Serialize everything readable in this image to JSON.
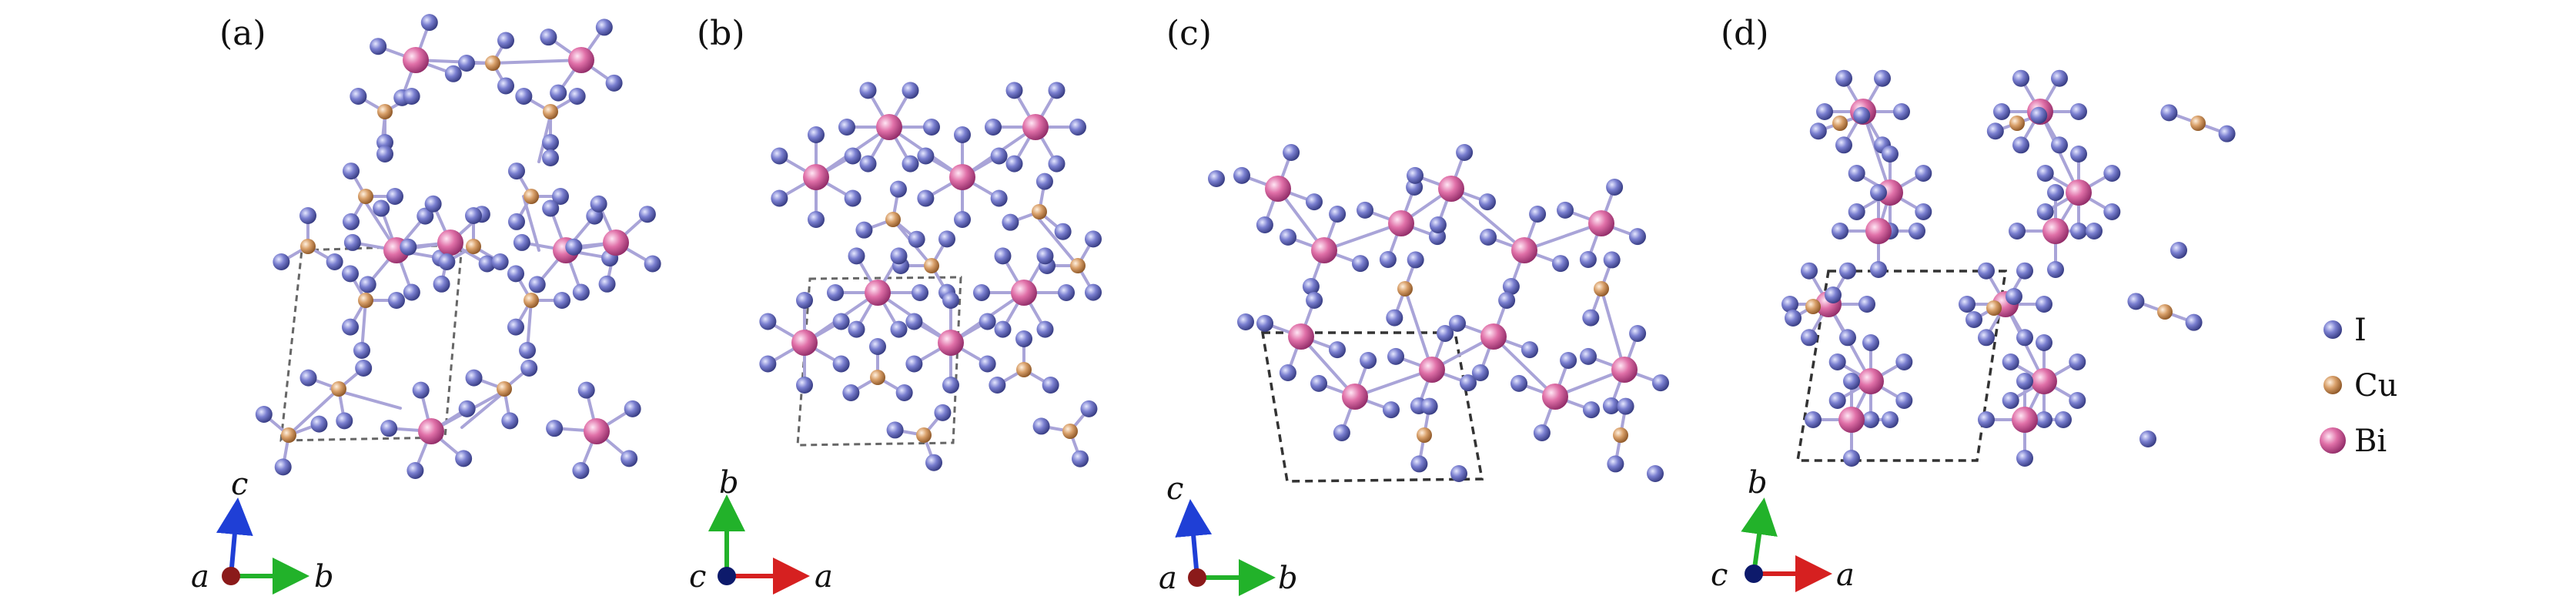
{
  "panels": [
    {
      "id": "a",
      "label": "(a)",
      "axes": {
        "origin": "a",
        "up": "c",
        "right": "b",
        "origin_color": "#8b1a1a",
        "up_color": "#1f3fd6",
        "right_color": "#22b22a"
      }
    },
    {
      "id": "b",
      "label": "(b)",
      "axes": {
        "origin": "c",
        "up": "b",
        "right": "a",
        "origin_color": "#0d1a6b",
        "up_color": "#22b22a",
        "right_color": "#d62020"
      }
    },
    {
      "id": "c",
      "label": "(c)",
      "axes": {
        "origin": "a",
        "up": "c",
        "right": "b",
        "origin_color": "#8b1a1a",
        "up_color": "#1f3fd6",
        "right_color": "#22b22a"
      }
    },
    {
      "id": "d",
      "label": "(d)",
      "axes": {
        "origin": "c",
        "up": "b",
        "right": "a",
        "origin_color": "#0d1a6b",
        "up_color": "#22b22a",
        "right_color": "#d62020"
      }
    }
  ],
  "legend": [
    {
      "label": "I",
      "color": "#7a7fd0"
    },
    {
      "label": "Cu",
      "color": "#d9a06a"
    },
    {
      "label": "Bi",
      "color": "#e070a8"
    }
  ],
  "colors": {
    "iodine": "#7a7fd0",
    "copper": "#d9a06a",
    "bismuth": "#e070a8",
    "bond": "#a9a4d8",
    "cell": "#555555"
  }
}
